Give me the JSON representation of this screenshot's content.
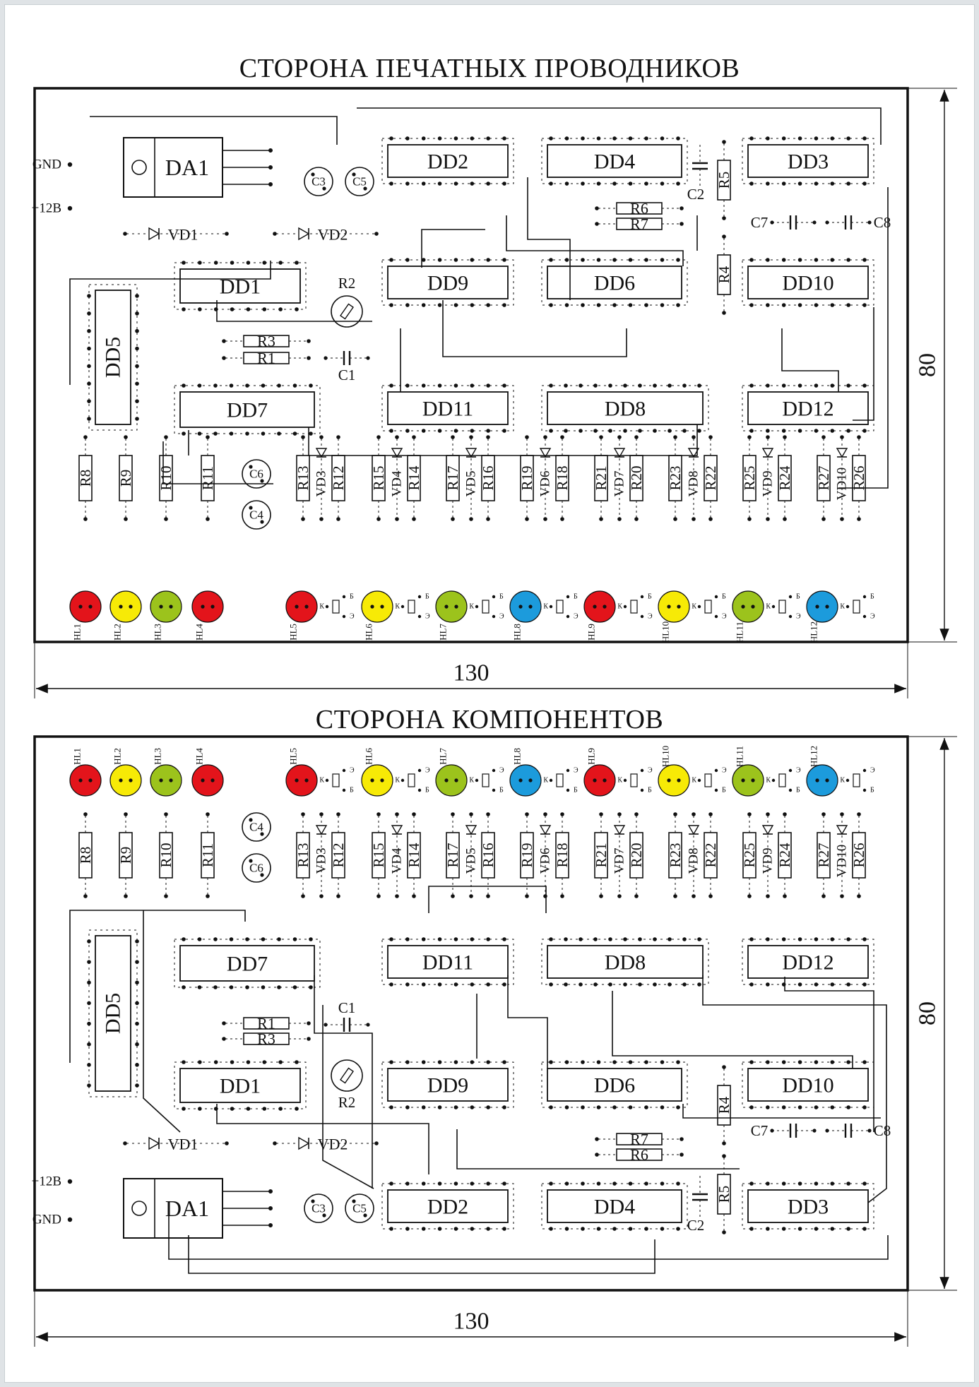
{
  "titles": {
    "top": "СТОРОНА ПЕЧАТНЫХ ПРОВОДНИКОВ",
    "bottom": "СТОРОНА КОМПОНЕНТОВ"
  },
  "dimensions": {
    "width": "130",
    "height": "80"
  },
  "connectors": {
    "gnd": "GND",
    "plus12": "+12В"
  },
  "regulator": "DA1",
  "chips": {
    "dd1": "DD1",
    "dd2": "DD2",
    "dd3": "DD3",
    "dd4": "DD4",
    "dd5": "DD5",
    "dd6": "DD6",
    "dd7": "DD7",
    "dd8": "DD8",
    "dd9": "DD9",
    "dd10": "DD10",
    "dd11": "DD11",
    "dd12": "DD12"
  },
  "passives": {
    "r1": "R1",
    "r2": "R2",
    "r3": "R3",
    "r4": "R4",
    "r5": "R5",
    "r6": "R6",
    "r7": "R7",
    "c1": "C1",
    "c2": "C2",
    "c3": "C3",
    "c4": "C4",
    "c5": "C5",
    "c6": "C6",
    "c7": "C7",
    "c8": "C8",
    "vd1": "VD1",
    "vd2": "VD2"
  },
  "pin_marks": {
    "k": "К",
    "b": "Б",
    "e": "Э"
  },
  "led_colors": {
    "red": "#e3141b",
    "yellow": "#f7ea06",
    "green": "#9cc31c",
    "blue": "#1c9bdc"
  },
  "leds_left": [
    {
      "label": "HL1",
      "resistor": "R8",
      "color": "red"
    },
    {
      "label": "HL2",
      "resistor": "R9",
      "color": "yellow"
    },
    {
      "label": "HL3",
      "resistor": "R10",
      "color": "green"
    },
    {
      "label": "HL4",
      "resistor": "R11",
      "color": "red"
    }
  ],
  "leds_driven": [
    {
      "label": "HL5",
      "ra": "R13",
      "vd": "VD3",
      "rb": "R12",
      "color": "red"
    },
    {
      "label": "HL6",
      "ra": "R15",
      "vd": "VD4",
      "rb": "R14",
      "color": "yellow"
    },
    {
      "label": "HL7",
      "ra": "R17",
      "vd": "VD5",
      "rb": "R16",
      "color": "green"
    },
    {
      "label": "HL8",
      "ra": "R19",
      "vd": "VD6",
      "rb": "R18",
      "color": "blue"
    },
    {
      "label": "HL9",
      "ra": "R21",
      "vd": "VD7",
      "rb": "R20",
      "color": "red"
    },
    {
      "label": "HL10",
      "ra": "R23",
      "vd": "VD8",
      "rb": "R22",
      "color": "yellow"
    },
    {
      "label": "HL11",
      "ra": "R25",
      "vd": "VD9",
      "rb": "R24",
      "color": "green"
    },
    {
      "label": "HL12",
      "ra": "R27",
      "vd": "VD10",
      "rb": "R26",
      "color": "blue"
    }
  ]
}
